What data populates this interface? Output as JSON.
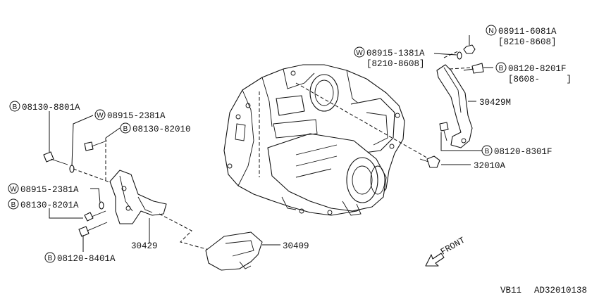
{
  "parts": [
    {
      "prefix": "N",
      "code": "08911-6081A",
      "note": "[8210-8608]"
    },
    {
      "prefix": "W",
      "code": "08915-1381A",
      "note": "[8210-8608]"
    },
    {
      "prefix": "B",
      "code": "08120-8201F",
      "note": "[8608-     ]"
    },
    {
      "prefix": "",
      "code": "30429M"
    },
    {
      "prefix": "B",
      "code": "08120-8301F"
    },
    {
      "prefix": "",
      "code": "32010A"
    },
    {
      "prefix": "B",
      "code": "08130-8801A"
    },
    {
      "prefix": "W",
      "code": "08915-2381A"
    },
    {
      "prefix": "B",
      "code": "08130-82010"
    },
    {
      "prefix": "W",
      "code": "08915-2381A"
    },
    {
      "prefix": "B",
      "code": "08130-8201A"
    },
    {
      "prefix": "",
      "code": "30429"
    },
    {
      "prefix": "",
      "code": "30409"
    },
    {
      "prefix": "B",
      "code": "08120-8401A"
    }
  ],
  "direction_label": "FRONT",
  "footer": {
    "model": "VB11",
    "ref": "AD32010138"
  }
}
